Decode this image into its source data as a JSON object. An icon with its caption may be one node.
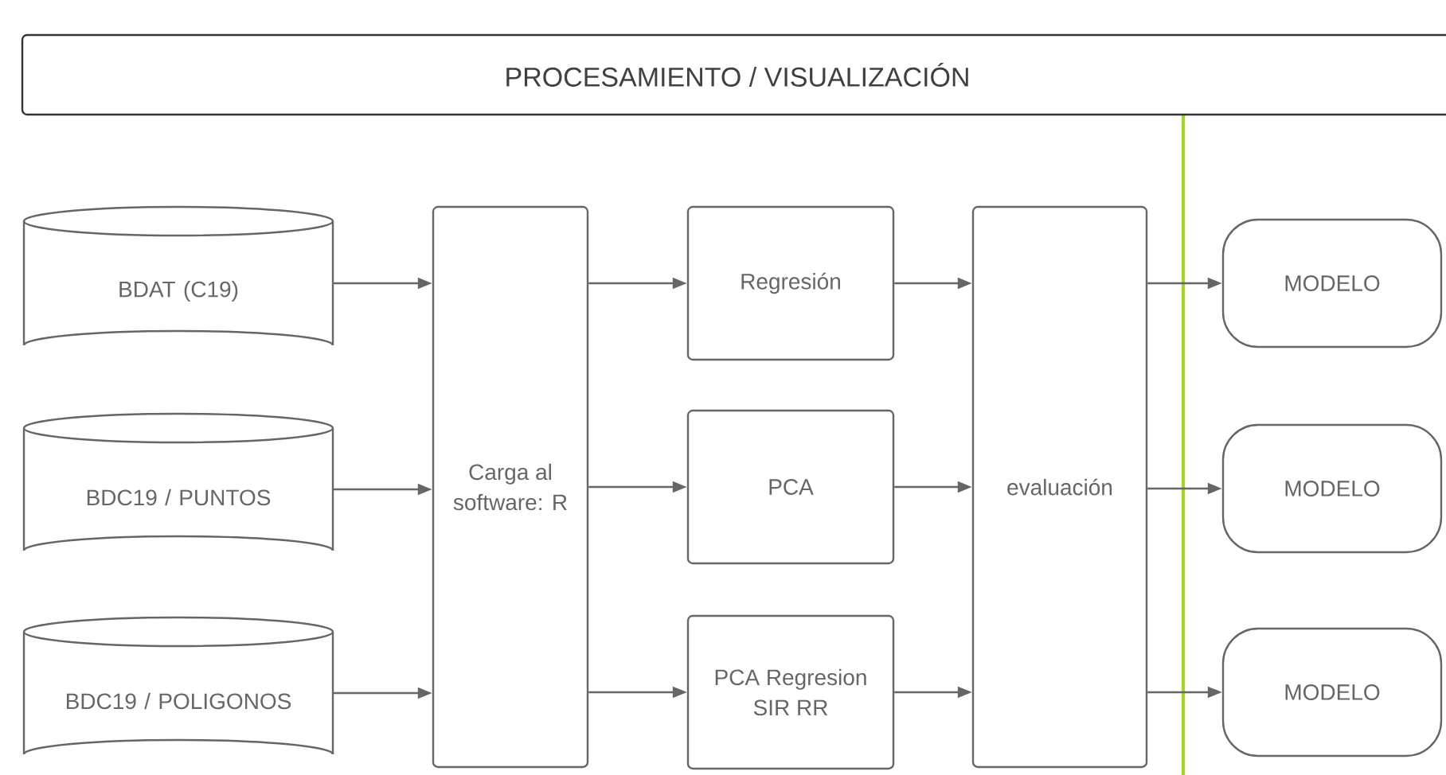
{
  "diagram": {
    "nodes": [
      {
        "text": [
          "PROCESAMIENTO / VISUALIZACIÓN"
        ]
      },
      {
        "text": [
          "BDAT (C19)"
        ]
      },
      {
        "text": [
          "BDC19 / PUNTOS"
        ]
      },
      {
        "text": [
          "BDC19 / POLIGONOS"
        ]
      },
      {
        "text": [
          "Carga al software: R"
        ]
      },
      {
        "text": [
          "Regresión"
        ]
      },
      {
        "text": [
          "PCA"
        ]
      },
      {
        "text": [
          "PCA Regresion SIR RR"
        ]
      },
      {
        "text": [
          "evaluación"
        ]
      },
      {
        "text": [
          "MODELO"
        ]
      },
      {
        "text": [
          "MODELO"
        ]
      },
      {
        "text": [
          "MODELO"
        ]
      }
    ],
    "edges": [
      {
        "from": 1,
        "to": 4,
        "arrow": "to"
      },
      {
        "from": 2,
        "to": 4,
        "arrow": "to"
      },
      {
        "from": 3,
        "to": 4,
        "arrow": "to"
      },
      {
        "from": 4,
        "to": 5,
        "arrow": "to"
      },
      {
        "from": 4,
        "to": 6,
        "arrow": "to"
      },
      {
        "from": 4,
        "to": 7,
        "arrow": "to"
      },
      {
        "from": 5,
        "to": 8,
        "arrow": "to"
      },
      {
        "from": 6,
        "to": 8,
        "arrow": "to"
      },
      {
        "from": 7,
        "to": 8,
        "arrow": "to"
      },
      {
        "from": 8,
        "to": 9,
        "arrow": "to"
      },
      {
        "from": 8,
        "to": 10,
        "arrow": "to"
      },
      {
        "from": 8,
        "to": 11,
        "arrow": "to"
      }
    ]
  }
}
